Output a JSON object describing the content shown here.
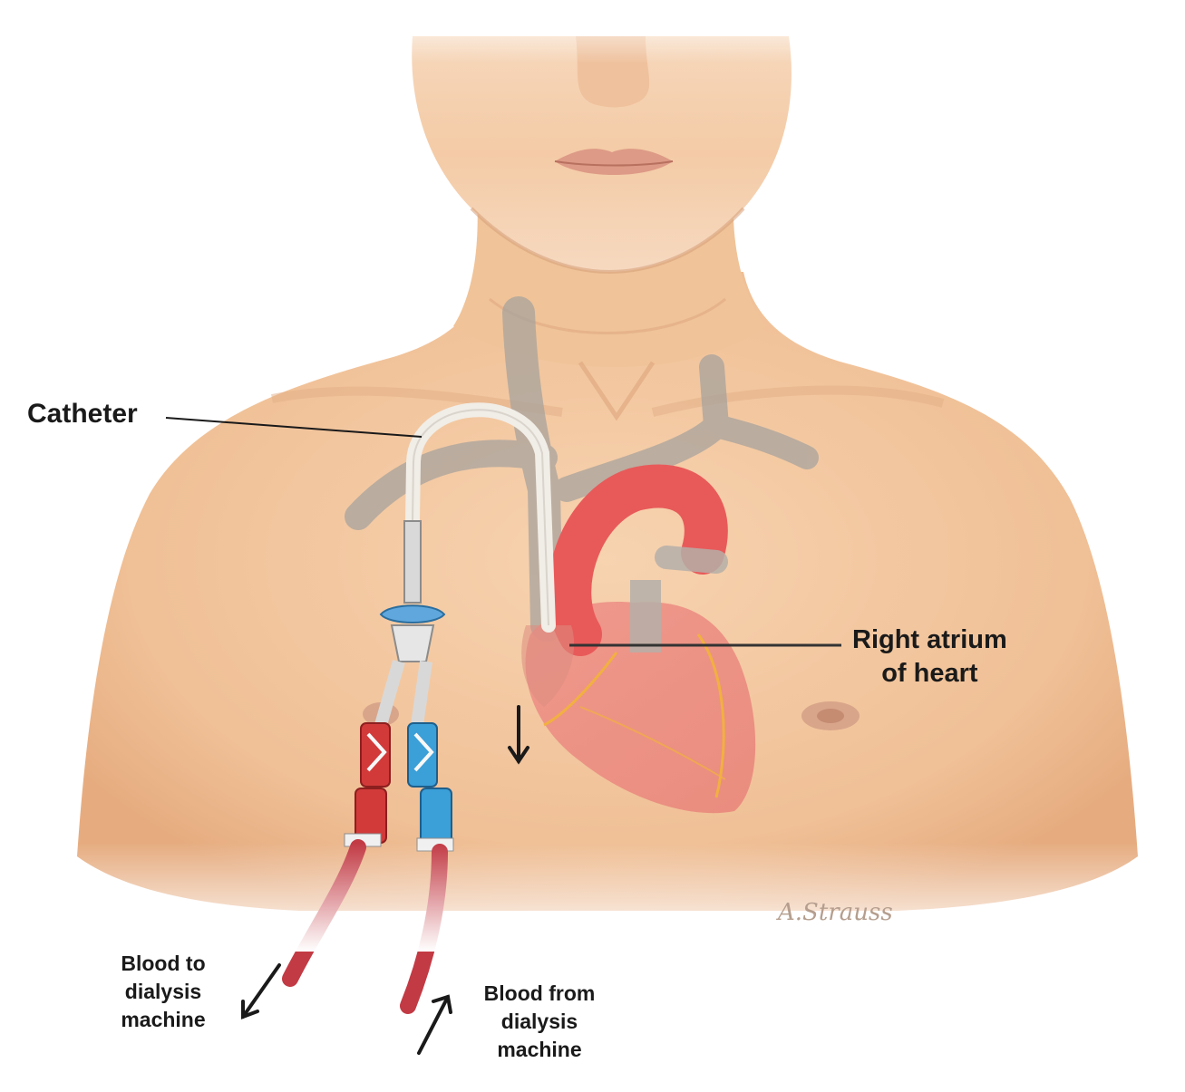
{
  "labels": {
    "catheter": "Catheter",
    "right_atrium": [
      "Right atrium",
      "of heart"
    ],
    "blood_to": [
      "Blood to",
      "dialysis",
      "machine"
    ],
    "blood_from": [
      "Blood from",
      "dialysis",
      "machine"
    ]
  },
  "signature": "A.Strauss",
  "colors": {
    "skin": "#f3c9a2",
    "skin_shadow": "#e3a97f",
    "vessel": "#a9a49e",
    "heart": "#e96a6a",
    "aorta": "#e85a5a",
    "red_line": "#c9353f",
    "blue_line": "#3b9fd8",
    "tube": "#c23a44",
    "catheter": "#f4f1ec"
  },
  "icons": [
    "arrow-down-icon",
    "arrow-down-left-icon",
    "arrow-up-right-icon"
  ]
}
